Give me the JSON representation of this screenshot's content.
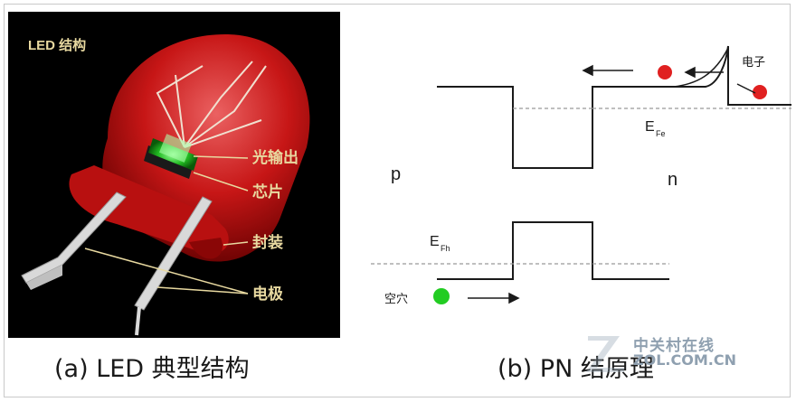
{
  "panel_a": {
    "title": "LED 结构",
    "labels": {
      "light_output": "光输出",
      "chip": "芯片",
      "package": "封装",
      "electrode": "电极"
    },
    "colors": {
      "background": "#000000",
      "lens": "#d11a1a",
      "chip": "#33cc33",
      "label_text": "#e8d9a0"
    }
  },
  "panel_b": {
    "p_label": "p",
    "n_label": "n",
    "efn_label": "E",
    "efn_sub": "Fe",
    "efp_label": "E",
    "efp_sub": "Fh",
    "electron_label": "电子",
    "hole_label": "空穴",
    "colors": {
      "electron": "#e02020",
      "hole": "#22cc22",
      "band": "#1a1a1a",
      "fermi": "#999999"
    }
  },
  "captions": {
    "a": "(a) LED 典型结构",
    "b": "(b) PN 结原理"
  },
  "watermark": {
    "line1": "中关村在线",
    "line2": "ZOL.COM.CN"
  }
}
